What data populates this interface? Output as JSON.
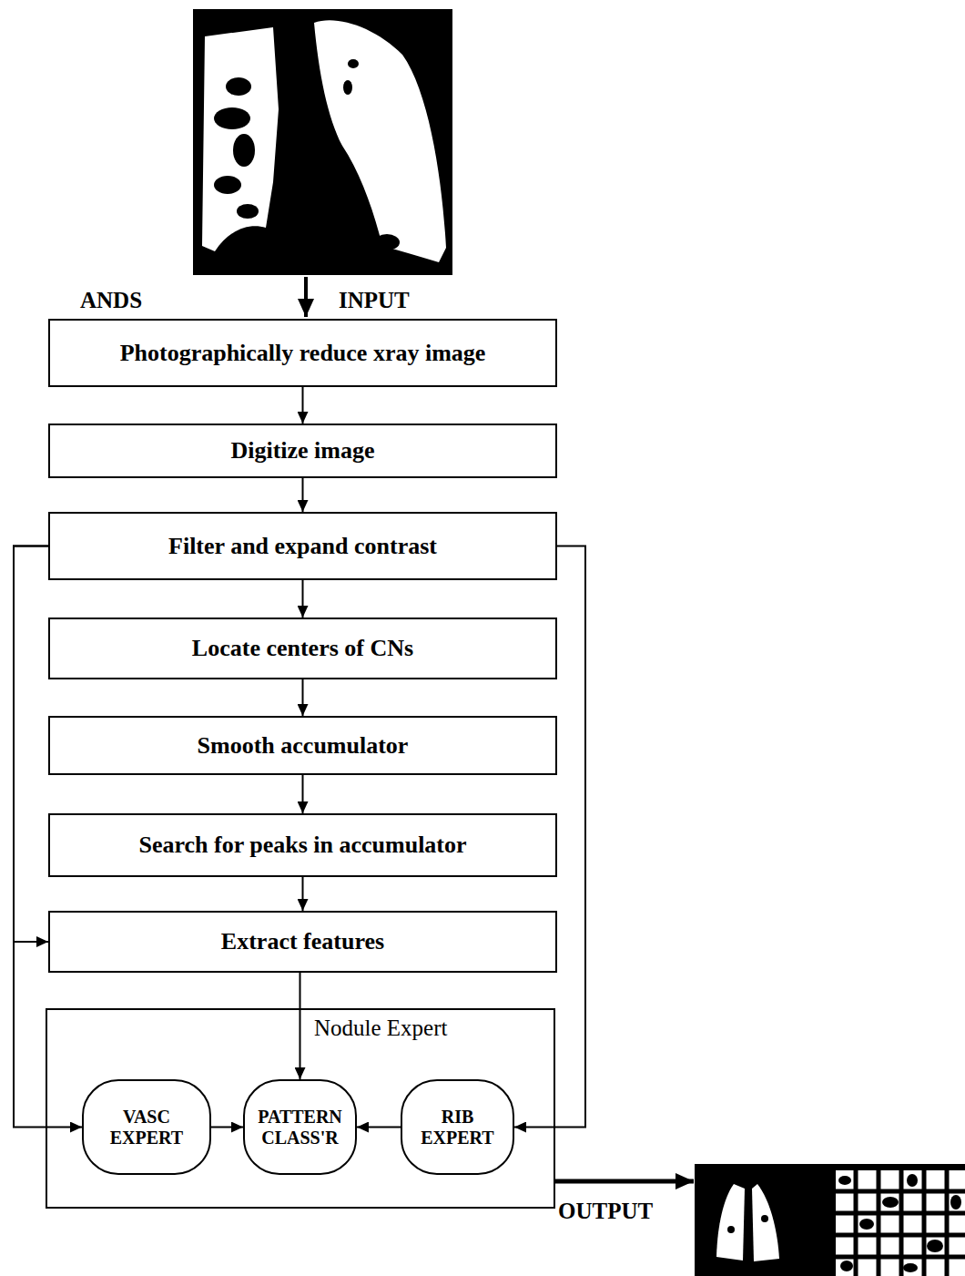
{
  "diagram": {
    "nodes": [
      {
        "text": [
          "Photographically reduce xray image"
        ]
      },
      {
        "text": [
          "Digitize image"
        ]
      },
      {
        "text": [
          "Filter and expand contrast"
        ]
      },
      {
        "text": [
          "Locate centers of CNs"
        ]
      },
      {
        "text": [
          "Smooth accumulator"
        ]
      },
      {
        "text": [
          "Search for peaks in accumulator"
        ]
      },
      {
        "text": [
          "Extract features"
        ]
      },
      {
        "text": [
          "Nodule Expert"
        ]
      },
      {
        "text": [
          "VASC EXPERT"
        ],
        "in": 7
      },
      {
        "text": [
          "PATTERN CLASS'R"
        ],
        "in": 7
      },
      {
        "text": [
          "RIB EXPERT"
        ],
        "in": 7
      }
    ],
    "edges": [
      {
        "from": 0,
        "to": 1,
        "arrow": "to"
      },
      {
        "from": 1,
        "to": 2,
        "arrow": "to"
      },
      {
        "from": 2,
        "to": 3,
        "arrow": "to"
      },
      {
        "from": 3,
        "to": 4,
        "arrow": "to"
      },
      {
        "from": 4,
        "to": 5,
        "arrow": "to"
      },
      {
        "from": 5,
        "to": 6,
        "arrow": "to"
      },
      {
        "from": 6,
        "to": 9,
        "arrow": "to"
      },
      {
        "from": 2,
        "to": 6,
        "arrow": "to"
      },
      {
        "from": 2,
        "to": 8,
        "arrow": "to"
      },
      {
        "from": 2,
        "to": 10,
        "arrow": "to"
      },
      {
        "from": 8,
        "to": 9,
        "arrow": "to"
      },
      {
        "from": 10,
        "to": 9,
        "arrow": "to"
      }
    ],
    "labels": [
      "ANDS",
      "INPUT",
      "OUTPUT"
    ]
  }
}
